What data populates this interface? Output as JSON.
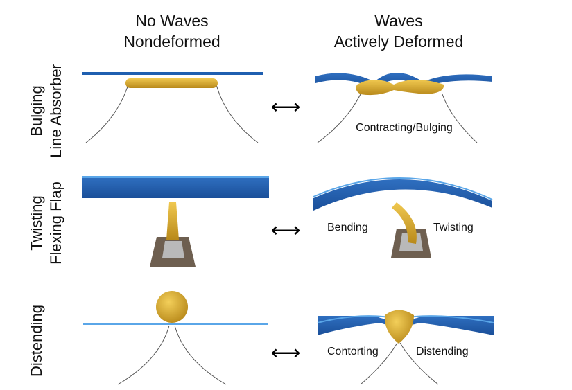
{
  "columns": [
    {
      "line1": "No Waves",
      "line2": "Nondeformed"
    },
    {
      "line1": "Waves",
      "line2": "Actively Deformed"
    }
  ],
  "rows": [
    {
      "line1": "Bulging",
      "line2": "Line Absorber",
      "annotations": [
        "Contracting/Bulging"
      ]
    },
    {
      "line1": "Twisting",
      "line2": "Flexing Flap",
      "annotations": [
        "Bending",
        "Twisting"
      ]
    },
    {
      "line1": "Distending",
      "line2": "",
      "annotations": [
        "Contorting",
        "Distending"
      ]
    }
  ],
  "arrow_symbol": "⟷",
  "colors": {
    "water": "#1f5fb0",
    "water_light": "#5aa6e8",
    "device": "#e3b43a",
    "device_dark": "#a97d12",
    "tether": "#555555",
    "base": "#7a6a5a"
  }
}
